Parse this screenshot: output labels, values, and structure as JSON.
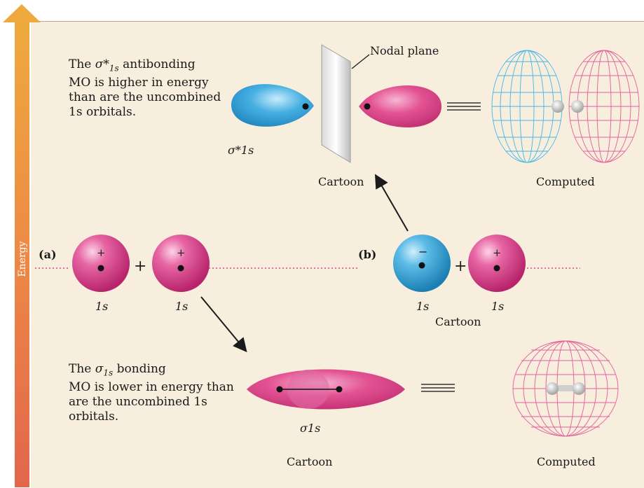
{
  "axis": {
    "label": "Energy"
  },
  "antibonding": {
    "desc_prefix": "The ",
    "symbol": "σ*",
    "subscript": "1s",
    "desc_suffix": " antibonding",
    "desc_lines": [
      "MO is higher in energy",
      "than are the uncombined",
      "1s orbitals."
    ],
    "orbital_label": "σ*1s",
    "nodal_plane": "Nodal plane",
    "cartoon_label": "Cartoon",
    "computed_label": "Computed"
  },
  "bonding": {
    "desc_prefix": "The ",
    "symbol": "σ",
    "subscript": "1s",
    "desc_suffix": " bonding",
    "desc_lines": [
      "MO is lower in energy than",
      "are the uncombined 1s",
      "orbitals."
    ],
    "orbital_label": "σ1s",
    "cartoon_label": "Cartoon",
    "computed_label": "Computed"
  },
  "part_a": {
    "label": "(a)",
    "plus": "+",
    "orbitals": [
      {
        "label": "1s",
        "sign": "+",
        "color": "#d8458f"
      },
      {
        "label": "1s",
        "sign": "+",
        "color": "#d8458f"
      }
    ]
  },
  "part_b": {
    "label": "(b)",
    "plus": "+",
    "orbitals": [
      {
        "label": "1s",
        "sign": "−",
        "color": "#3fa9dc"
      },
      {
        "label": "1s",
        "sign": "+",
        "color": "#d8458f"
      }
    ],
    "cartoon_label": "Cartoon"
  },
  "equivalence": "≡",
  "colors": {
    "pink": "#d8458f",
    "blue": "#3fa9dc",
    "panel": "#f7eedd",
    "dotted_line": "#d14a86"
  }
}
